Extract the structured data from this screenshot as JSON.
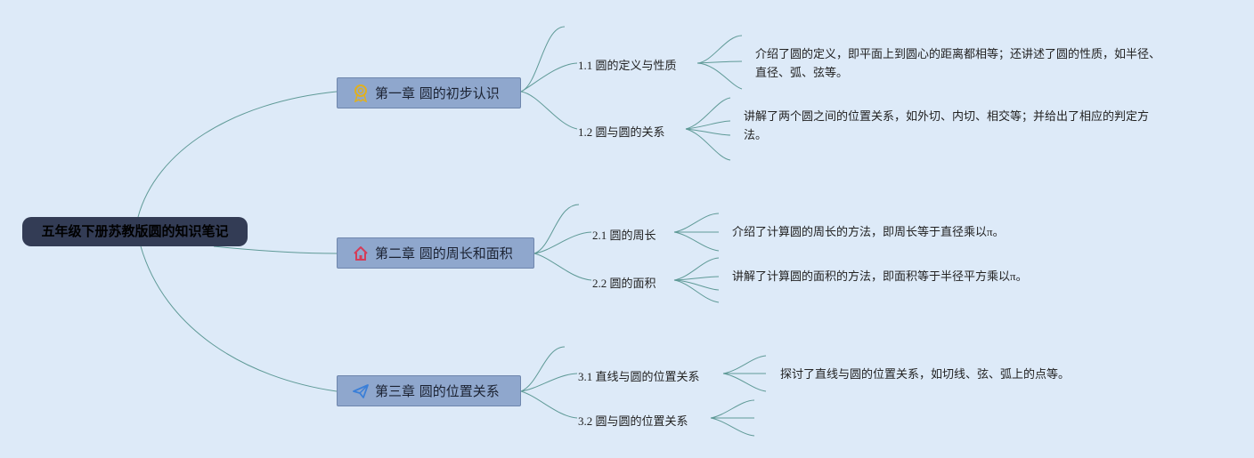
{
  "root": {
    "title": "五年级下册苏教版圆的知识笔记"
  },
  "chapters": [
    {
      "label": "第一章 圆的初步认识",
      "icon": "ribbon-badge-icon",
      "sections": [
        {
          "label": "1.1 圆的定义与性质",
          "desc_lines": [
            "介绍了圆的定义，即平面上到圆心的距离都相等；还讲述了圆的性质，如半径、",
            "直径、弧、弦等。"
          ]
        },
        {
          "label": "1.2 圆与圆的关系",
          "desc_lines": [
            "讲解了两个圆之间的位置关系，如外切、内切、相交等；并给出了相应的判定方",
            "法。"
          ]
        }
      ]
    },
    {
      "label": "第二章 圆的周长和面积",
      "icon": "house-icon",
      "sections": [
        {
          "label": "2.1 圆的周长",
          "desc_lines": [
            "介绍了计算圆的周长的方法，即周长等于直径乘以π。"
          ]
        },
        {
          "label": "2.2 圆的面积",
          "desc_lines": [
            "讲解了计算圆的面积的方法，即面积等于半径平方乘以π。"
          ]
        }
      ]
    },
    {
      "label": "第三章 圆的位置关系",
      "icon": "paper-plane-icon",
      "sections": [
        {
          "label": "3.1 直线与圆的位置关系",
          "desc_lines": [
            "探讨了直线与圆的位置关系，如切线、弦、弧上的点等。"
          ]
        },
        {
          "label": "3.2 圆与圆的位置关系",
          "desc_lines": []
        }
      ]
    }
  ],
  "colors": {
    "background": "#ddeaf8",
    "root_fill": "#333c55",
    "chapter_fill": "#8fa7cd",
    "connector": "#5f9a97",
    "icon_gold": "#e0b020",
    "icon_red": "#d43c58",
    "icon_blue": "#3a7fd8"
  }
}
